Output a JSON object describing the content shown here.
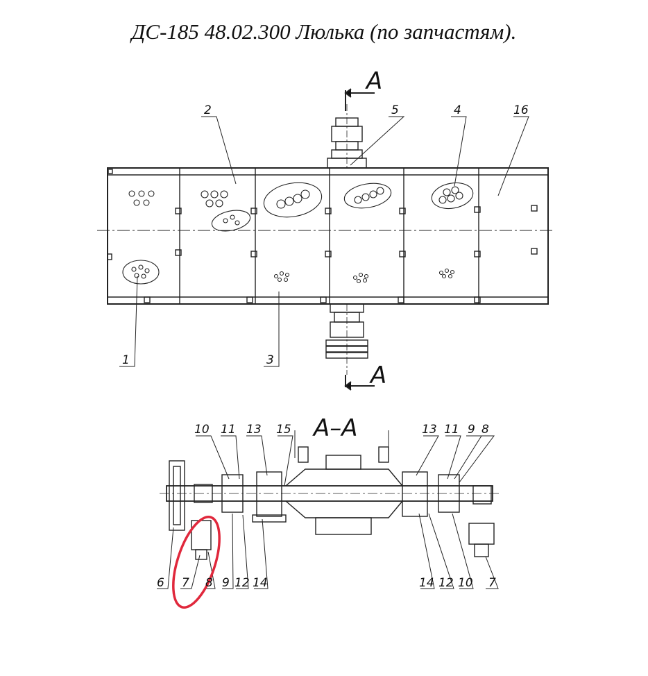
{
  "title": "ДС-185 48.02.300 Люлька (по запчастям).",
  "section_marker": "А",
  "section_title": "А–А",
  "top_view_callouts": [
    "1",
    "2",
    "3",
    "4",
    "5",
    "16"
  ],
  "section_callouts_top": [
    "10",
    "11",
    "13",
    "15",
    "13",
    "11",
    "9",
    "8"
  ],
  "section_callouts_bottom": [
    "6",
    "7",
    "8",
    "9",
    "12",
    "14",
    "14",
    "12",
    "10",
    "7"
  ],
  "highlight": {
    "color": "#e0283c",
    "target_callout": "7"
  }
}
